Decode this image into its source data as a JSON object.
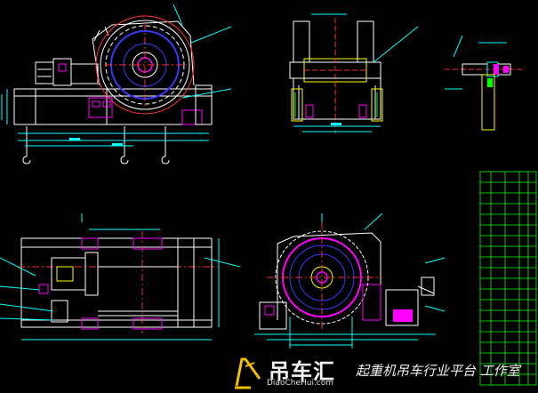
{
  "watermark": {
    "brand": "吊车汇",
    "url": "DiaoCheHui.com",
    "slogan": "起重机吊车行业平台 工作室"
  },
  "colors": {
    "background": "#000000",
    "outline": "#ffffff",
    "dimension": "#00ffff",
    "drum": "#3a3aff",
    "highlight": "#ff00ff",
    "center_line": "#ff3030",
    "bom_table": "#00ff00",
    "frame": "#ffff00"
  },
  "icons": {
    "watermark_logo": "crane-logo-icon"
  }
}
